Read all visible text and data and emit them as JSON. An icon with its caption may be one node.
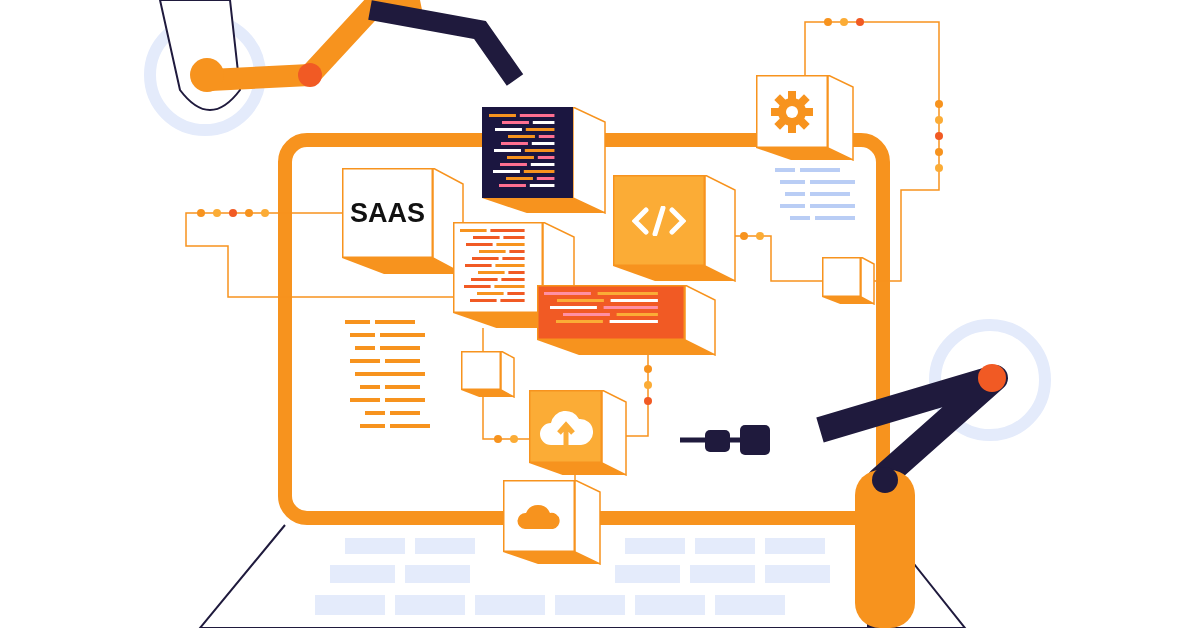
{
  "diagram": {
    "nodes": [
      {
        "text": [],
        "shape": "box"
      },
      {
        "text": [],
        "shape": "box"
      },
      {
        "text": [
          "SAAS"
        ]
      },
      {
        "text": [],
        "shape": "box"
      },
      {
        "text": [],
        "shape": "box"
      },
      {
        "text": [],
        "shape": "box"
      },
      {
        "text": [],
        "shape": "box"
      },
      {
        "text": [],
        "shape": "box"
      },
      {
        "text": [],
        "shape": "box"
      },
      {
        "text": [],
        "shape": "box"
      }
    ],
    "edges": [
      {
        "from": 0,
        "to": 5,
        "arrow": "none"
      },
      {
        "from": 3,
        "to": 5,
        "arrow": "none"
      },
      {
        "from": 2,
        "to": 4,
        "arrow": "none"
      },
      {
        "from": 4,
        "to": 7,
        "arrow": "none"
      },
      {
        "from": 7,
        "to": 8,
        "arrow": "none"
      },
      {
        "from": 6,
        "to": 8,
        "arrow": "none"
      },
      {
        "from": 8,
        "to": 9,
        "arrow": "none"
      }
    ]
  }
}
